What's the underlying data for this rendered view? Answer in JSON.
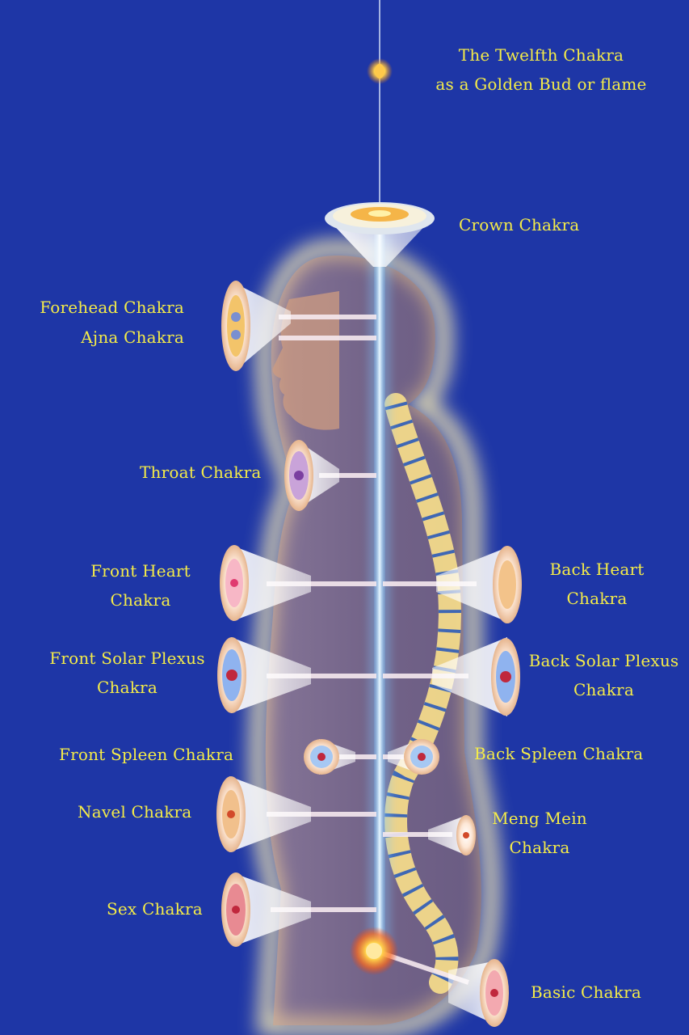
{
  "colors": {
    "background": "#1e36a6",
    "label_text": "#f5ec48",
    "energy_channel": "#bfe6ff",
    "body_aura": "#fff3c0",
    "skin": "#c99a7a"
  },
  "labels": {
    "twelfth": {
      "line1": "The Twelfth Chakra",
      "line2": "as a Golden Bud or flame"
    },
    "crown": "Crown Chakra",
    "forehead": "Forehead Chakra",
    "ajna": "Ajna Chakra",
    "throat": "Throat Chakra",
    "front_heart": {
      "line1": "Front Heart",
      "line2": "Chakra"
    },
    "back_heart": {
      "line1": "Back Heart",
      "line2": "Chakra"
    },
    "front_solar": {
      "line1": "Front Solar Plexus",
      "line2": "Chakra"
    },
    "back_solar": {
      "line1": "Back Solar Plexus",
      "line2": "Chakra"
    },
    "front_spleen": "Front Spleen Chakra",
    "back_spleen": "Back Spleen Chakra",
    "navel": "Navel Chakra",
    "meng_mein": {
      "line1": "Meng Mein",
      "line2": "Chakra"
    },
    "sex": "Sex Chakra",
    "basic": "Basic Chakra"
  }
}
